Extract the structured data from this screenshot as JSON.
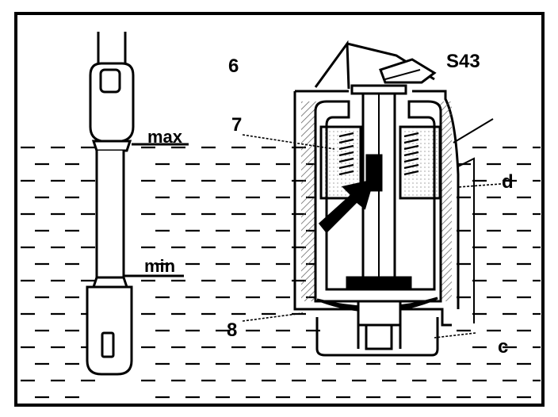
{
  "labels": {
    "num6": "6",
    "s43": "S43",
    "num7": "7",
    "max": "max",
    "d": "d",
    "min": "min",
    "num8": "8",
    "c": "c"
  },
  "colors": {
    "ink": "#000000",
    "paper": "#ffffff",
    "hatch": "#555555"
  }
}
